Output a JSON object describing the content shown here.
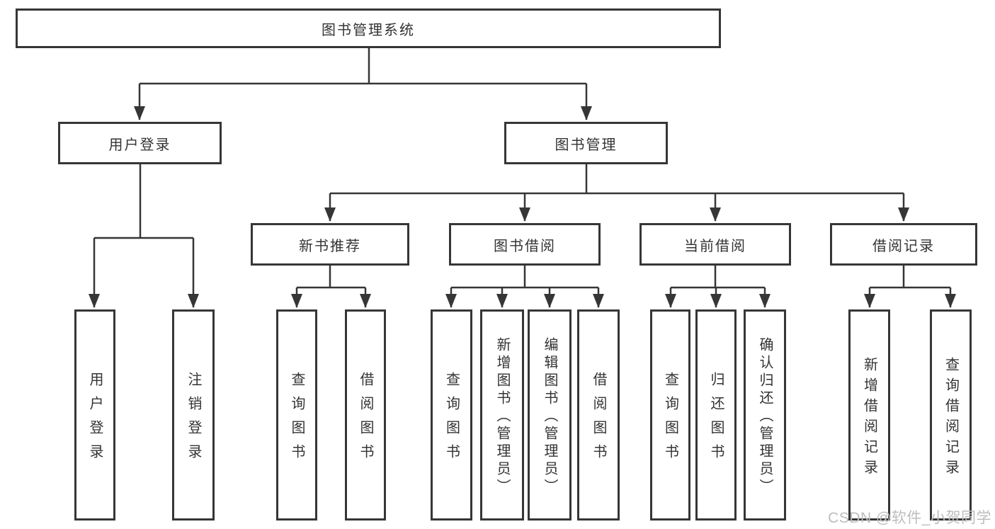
{
  "nodes": {
    "root": "图书管理系统",
    "user_login": "用户登录",
    "book_mgmt": "图书管理",
    "new_books": "新书推荐",
    "book_borrow": "图书借阅",
    "current_borrow": "当前借阅",
    "borrow_records": "借阅记录",
    "leaf_user_login": "用户登录",
    "leaf_logout": "注销登录",
    "leaf_nb_query": "查询图书",
    "leaf_nb_borrow": "借阅图书",
    "leaf_bb_query": "查询图书",
    "leaf_bb_add": "新增图书（管理员）",
    "leaf_bb_edit": "编辑图书（管理员）",
    "leaf_bb_borrow": "借阅图书",
    "leaf_cb_query": "查询图书",
    "leaf_cb_return": "归还图书",
    "leaf_cb_confirm": "确认归还（管理员）",
    "leaf_br_add": "新增借阅记录",
    "leaf_br_query": "查询借阅记录"
  },
  "watermark": "CSDN @软件_小贺同学",
  "colors": {
    "line": "#363636",
    "text": "#333333",
    "watermark": "#bdbdbd",
    "background": "#ffffff"
  }
}
